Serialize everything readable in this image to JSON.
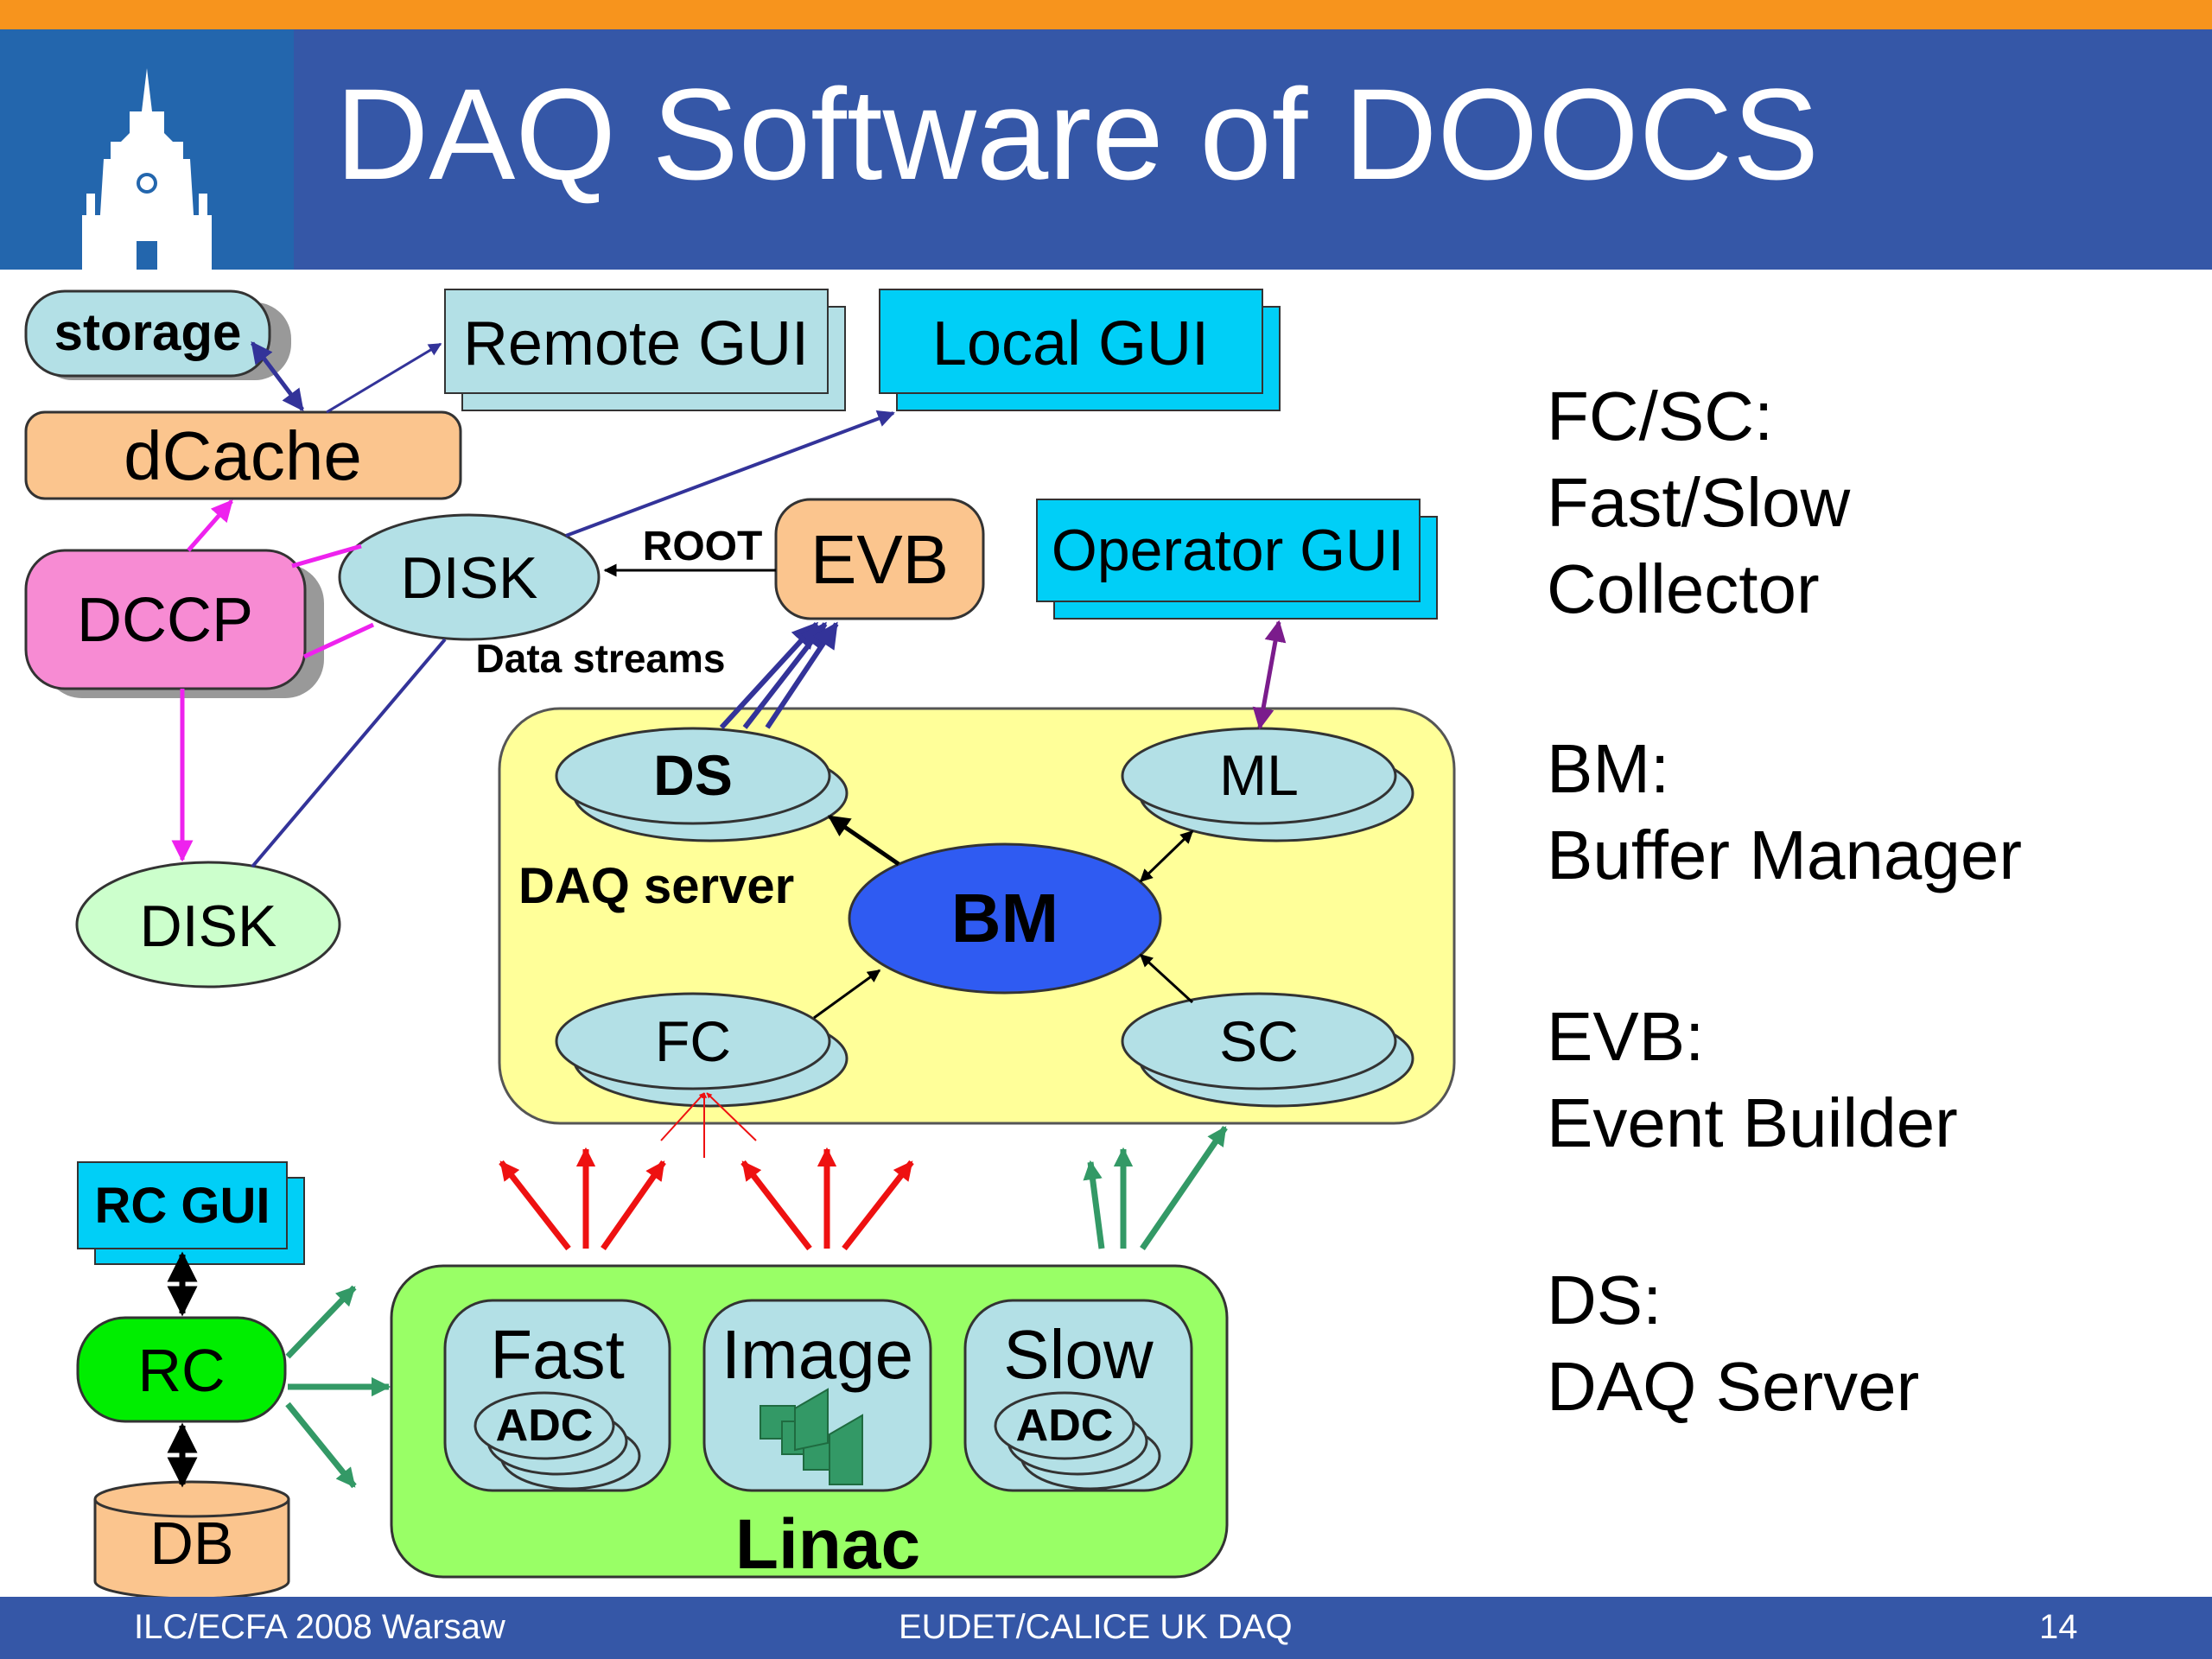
{
  "title": "DAQ Software of DOOCS",
  "colors": {
    "top_stripe": "#f7941d",
    "header": "#3557a7",
    "gui_cyan": "#00cff7",
    "remote_gui": "#b3e0e6",
    "dcache_orange": "#fbc58e",
    "dccp_pink": "#f78bd3",
    "daq_server_yellow": "#ffff99",
    "bm_blue": "#2f5bf2",
    "linac_green": "#99ff66",
    "rc_green": "#00ee00",
    "arrow_red": "#ee1111",
    "arrow_green": "#339966",
    "arrow_magenta": "#ee22ee",
    "arrow_navy": "#333399"
  },
  "diagram": {
    "storage": "storage",
    "dcache": "dCache",
    "remote_gui": "Remote GUI",
    "local_gui": "Local GUI",
    "dccp": "DCCP",
    "disk_top": "DISK",
    "root_label": "ROOT",
    "evb": "EVB",
    "operator_gui": "Operator GUI",
    "data_streams": "Data streams",
    "disk_bottom": "DISK",
    "daq_server": "DAQ server",
    "ds": "DS",
    "ml": "ML",
    "bm": "BM",
    "fc": "FC",
    "sc": "SC",
    "rc_gui": "RC GUI",
    "rc": "RC",
    "db": "DB",
    "fast": "Fast",
    "fast_adc": "ADC",
    "image": "Image",
    "slow": "Slow",
    "slow_adc": "ADC",
    "linac": "Linac"
  },
  "legend": {
    "fcsc_1": "FC/SC:",
    "fcsc_2": "Fast/Slow",
    "fcsc_3": "Collector",
    "bm_1": "BM:",
    "bm_2": "Buffer Manager",
    "evb_1": "EVB:",
    "evb_2": "Event Builder",
    "ds_1": "DS:",
    "ds_2": "DAQ Server"
  },
  "footer": {
    "left": "ILC/ECFA 2008 Warsaw",
    "center": "EUDET/CALICE UK DAQ",
    "page": "14"
  }
}
